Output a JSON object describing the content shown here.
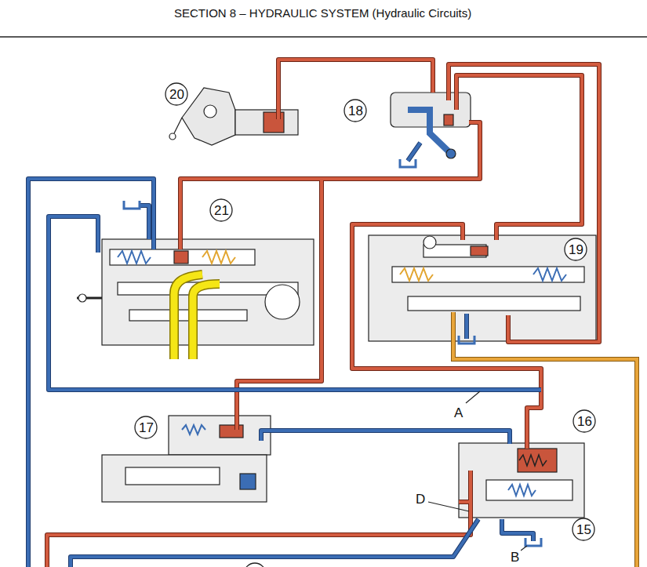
{
  "diagram": {
    "title": "SECTION 8 – HYDRAULIC SYSTEM (Hydraulic Circuits)",
    "labels": [
      "20",
      "18",
      "21",
      "19",
      "17",
      "16",
      "15",
      "A",
      "D",
      "B"
    ]
  }
}
